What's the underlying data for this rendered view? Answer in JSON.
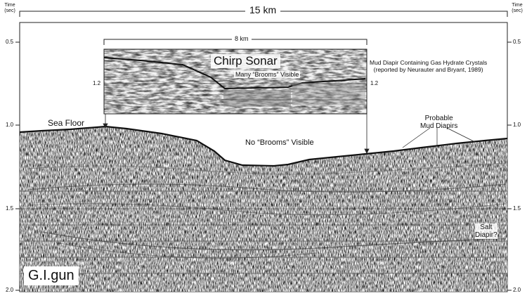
{
  "axis": {
    "title_left": "Time\n(sec)",
    "title_right": "Time\n(sec)",
    "ticks": [
      "0.5",
      "1.0",
      "1.5",
      "2.0"
    ]
  },
  "scale_bar_main": "15 km",
  "inset": {
    "scale_bar": "8 km",
    "title": "Chirp Sonar",
    "note": "Many “Brooms” Visible",
    "tick_left": "1.2",
    "tick_right": "1.2"
  },
  "annotations": {
    "sea_floor": "Sea Floor",
    "no_brooms": "No “Brooms” Visible",
    "mud_diapir_line1": "Mud Diapir Containing Gas Hydrate Crystals",
    "mud_diapir_line2": "(reported by Neurauter and Bryant, 1989)",
    "probable_line1": "Probable",
    "probable_line2": "Mud Diapirs",
    "salt_line1": "Salt",
    "salt_line2": "Diapir?"
  },
  "source_label": "G.I.gun",
  "colors": {
    "ink": "#111111",
    "paper": "#ffffff",
    "grid": "#333333"
  }
}
